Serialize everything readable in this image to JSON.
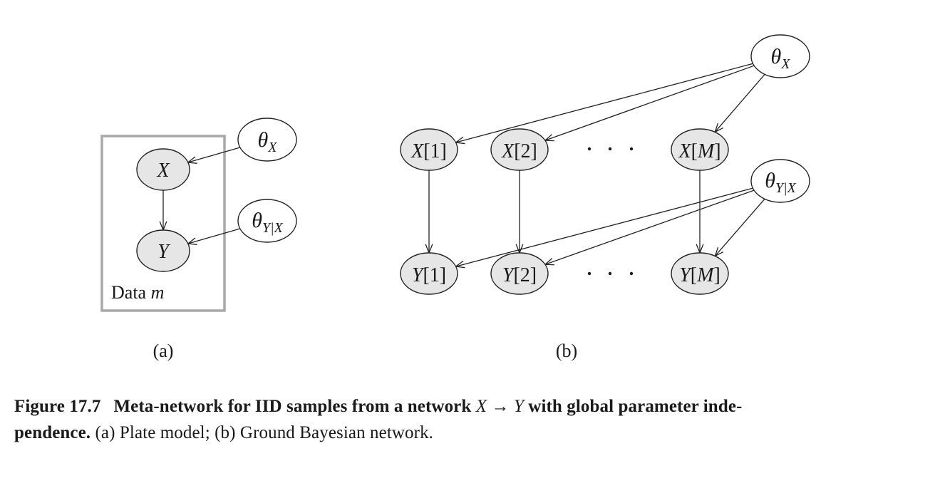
{
  "figure": {
    "panel_a": {
      "label": "(a)",
      "plate_label_text": "Data ",
      "plate_label_var": "m",
      "nodes": [
        {
          "id": "X",
          "label": "X",
          "shaded": true
        },
        {
          "id": "Y",
          "label": "Y",
          "shaded": true
        },
        {
          "id": "thetaX",
          "label_main": "θ",
          "label_sub": "X",
          "shaded": false
        },
        {
          "id": "thetaYX",
          "label_main": "θ",
          "label_sub": "Y|X",
          "shaded": false
        }
      ],
      "edges": [
        {
          "from": "thetaX",
          "to": "X"
        },
        {
          "from": "X",
          "to": "Y"
        },
        {
          "from": "thetaYX",
          "to": "Y"
        }
      ]
    },
    "panel_b": {
      "label": "(b)",
      "ellipsis": "· · ·",
      "nodes": [
        {
          "id": "X1",
          "var": "X",
          "index": "1",
          "shaded": true
        },
        {
          "id": "X2",
          "var": "X",
          "index": "2",
          "shaded": true
        },
        {
          "id": "XM",
          "var": "X",
          "index": "M",
          "shaded": true
        },
        {
          "id": "Y1",
          "var": "Y",
          "index": "1",
          "shaded": true
        },
        {
          "id": "Y2",
          "var": "Y",
          "index": "2",
          "shaded": true
        },
        {
          "id": "YM",
          "var": "Y",
          "index": "M",
          "shaded": true
        },
        {
          "id": "thetaX",
          "label_main": "θ",
          "label_sub": "X",
          "shaded": false
        },
        {
          "id": "thetaYX",
          "label_main": "θ",
          "label_sub": "Y|X",
          "shaded": false
        }
      ],
      "edges": [
        {
          "from": "thetaX",
          "to": "X1"
        },
        {
          "from": "thetaX",
          "to": "X2"
        },
        {
          "from": "thetaX",
          "to": "XM"
        },
        {
          "from": "X1",
          "to": "Y1"
        },
        {
          "from": "X2",
          "to": "Y2"
        },
        {
          "from": "XM",
          "to": "YM"
        },
        {
          "from": "thetaYX",
          "to": "Y1"
        },
        {
          "from": "thetaYX",
          "to": "Y2"
        },
        {
          "from": "thetaYX",
          "to": "YM"
        }
      ]
    }
  },
  "caption": {
    "figure_number": "Figure 17.7",
    "title_part1": "Meta-network for IID samples from a network ",
    "math_x": "X",
    "arrow": "→",
    "math_y": "Y",
    "title_part2": " with global parameter inde-",
    "title_part3": "pendence.",
    "description": " (a) Plate model; (b) Ground Bayesian network."
  }
}
